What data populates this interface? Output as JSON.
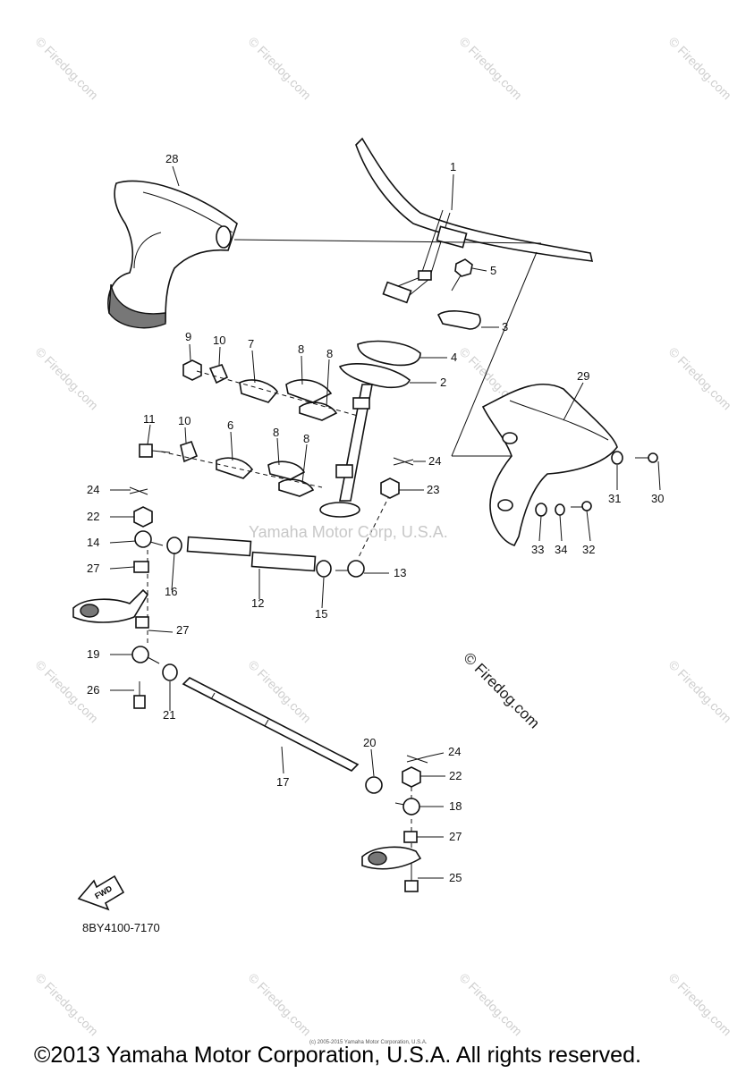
{
  "diagram": {
    "callouts": {
      "c1": "1",
      "c2": "2",
      "c3": "3",
      "c4": "4",
      "c5": "5",
      "c6": "6",
      "c7": "7",
      "c8a": "8",
      "c8b": "8",
      "c8c": "8",
      "c8d": "8",
      "c9": "9",
      "c10a": "10",
      "c10b": "10",
      "c11": "11",
      "c12": "12",
      "c13": "13",
      "c14": "14",
      "c15": "15",
      "c16": "16",
      "c17": "17",
      "c18": "18",
      "c19": "19",
      "c20": "20",
      "c21": "21",
      "c22a": "22",
      "c22b": "22",
      "c23": "23",
      "c24a": "24",
      "c24b": "24",
      "c24c": "24",
      "c25": "25",
      "c26": "26",
      "c27a": "27",
      "c27b": "27",
      "c27c": "27",
      "c28": "28",
      "c29": "29",
      "c30": "30",
      "c31": "31",
      "c32": "32",
      "c33": "33",
      "c34": "34"
    },
    "fwd_label": "FWD",
    "part_code": "8BY4100-7170",
    "yamaha_watermark": "Yamaha Motor Corp, U.S.A.",
    "firedog_watermark": "© Firedog.com",
    "tile_watermark": "© Firedog.com"
  },
  "footer": {
    "small_text": "(c) 2005-2015 Yamaha Motor Corporation, U.S.A.",
    "copyright": "©2013 Yamaha Motor Corporation, U.S.A. All rights reserved."
  }
}
